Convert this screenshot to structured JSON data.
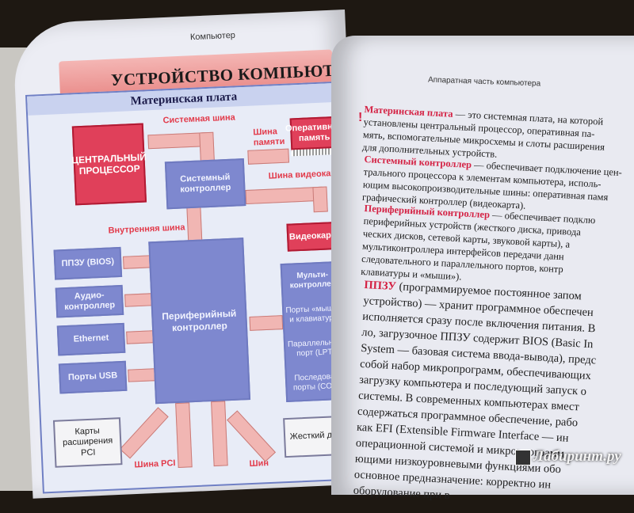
{
  "left_page": {
    "running_head": "Компьютер",
    "banner_title": "УСТРОЙСТВО КОМПЬЮТЕРА",
    "diagram": {
      "title": "Материнская плата",
      "labels": {
        "system_bus": "Системная шина",
        "memory_bus": "Шина памяти",
        "video_bus": "Шина видеокарты",
        "internal_bus": "Внутренняя шина",
        "pci_bus": "Шина PCI",
        "pci_bus_2": "Шин"
      },
      "blocks": {
        "cpu": "ЦЕНТРАЛЬНЫЙ ПРОЦЕССОР",
        "ram": "Оперативная память",
        "system_controller": "Системный контроллер",
        "video_card": "Видеокарта",
        "bios": "ППЗУ (BIOS)",
        "audio": "Аудио-контроллер",
        "ethernet": "Ethernet",
        "usb": "Порты USB",
        "peripheral": "Периферийный контроллер",
        "multi_title": "Мульти-контроллер",
        "multi_ports_1": "Порты «мыши» и клавиатуры",
        "multi_ports_2": "Параллельный порт (LPT)",
        "multi_ports_3": "Последоват. порты (COM)",
        "pci_cards": "Карты расширения PCI",
        "hdd": "Жесткий диск"
      }
    }
  },
  "right_page": {
    "running_head": "Аппаратная часть компьютера",
    "para1_term": "Материнская плата",
    "para1_l1": " — это системная плата, на которой",
    "para1_l2": "установлены центральный процессор, оперативная па-",
    "para1_l3": "мять, вспомогательные микросхемы и слоты расширения",
    "para1_l4": "для дополнительных устройств.",
    "para2_term": "Системный контроллер",
    "para2_l1": " — обеспечивает подключение цен-",
    "para2_l2": "трального процессора к элементам компьютера, исполь-",
    "para2_l3": "ющим высокопроизводительные шины: оперативная памя",
    "para2_l4": "графический контроллер (видеокарта).",
    "para3_term": "Периферийный контроллер",
    "para3_l1": " — обеспечивает подклю",
    "para3_l2": "периферийных устройств (жесткого диска, привода",
    "para3_l3": "ческих дисков, сетевой карты, звуковой карты), а",
    "para3_l4": "мультиконтроллера интерфейсов передачи данн",
    "para3_l5": "следовательного и параллельного портов, контр",
    "para3_l6": "клавиатуры и «мыши»).",
    "para4_term": "ППЗУ",
    "para4_l1": " (программируемое постоянное запом",
    "para4_l2": "устройство) — хранит программное обеспечен",
    "para4_l3": "исполняется сразу после включения питания. В",
    "para4_l4": "ло, загрузочное ППЗУ содержит BIOS (Basic In",
    "para4_l5": "System — базовая система ввода-вывода), предс",
    "para4_l6": "собой набор микропрограмм, обеспечивающих",
    "para4_l7": "загрузку компьютера и последующий запуск о",
    "para4_l8": "системы. В современных компьютерах вмест",
    "para4_l9": "содержаться программное обеспечение, рабо",
    "para4_l10": "как EFI (Extensible Firmware Interface — ин",
    "para4_l11": "операционной системой и микропрограмм",
    "para4_l12": "ющими низкоуровневыми функциями обо",
    "para4_l13": "основное предназначение: корректно ин",
    "para4_l14": "оборудование при в"
  },
  "watermark": "Лабиринт.ру"
}
